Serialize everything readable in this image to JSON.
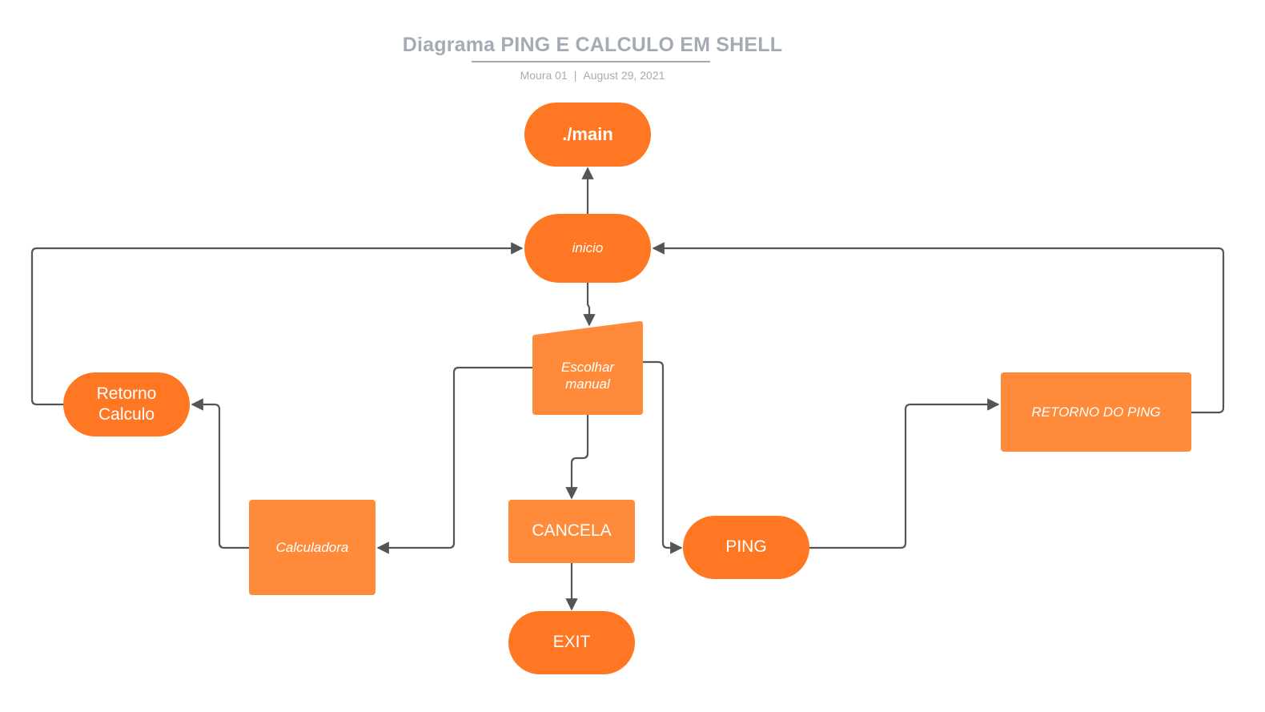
{
  "header": {
    "title": "Diagrama PING E CALCULO EM SHELL",
    "author": "Moura 01",
    "separator": "|",
    "date": "August 29, 2021"
  },
  "nodes": {
    "main": "./main",
    "inicio": "inicio",
    "escolhar_line1": "Escolhar",
    "escolhar_line2": "manual",
    "cancela": "CANCELA",
    "exit": "EXIT",
    "calculadora": "Calculadora",
    "retorno_calculo_line1": "Retorno",
    "retorno_calculo_line2": "Calculo",
    "ping": "PING",
    "retorno_ping": "RETORNO DO PING"
  },
  "colors": {
    "terminal": "#ff7722",
    "process": "#ff8a3a",
    "connector": "#555555",
    "header_text": "#a4abb5"
  }
}
